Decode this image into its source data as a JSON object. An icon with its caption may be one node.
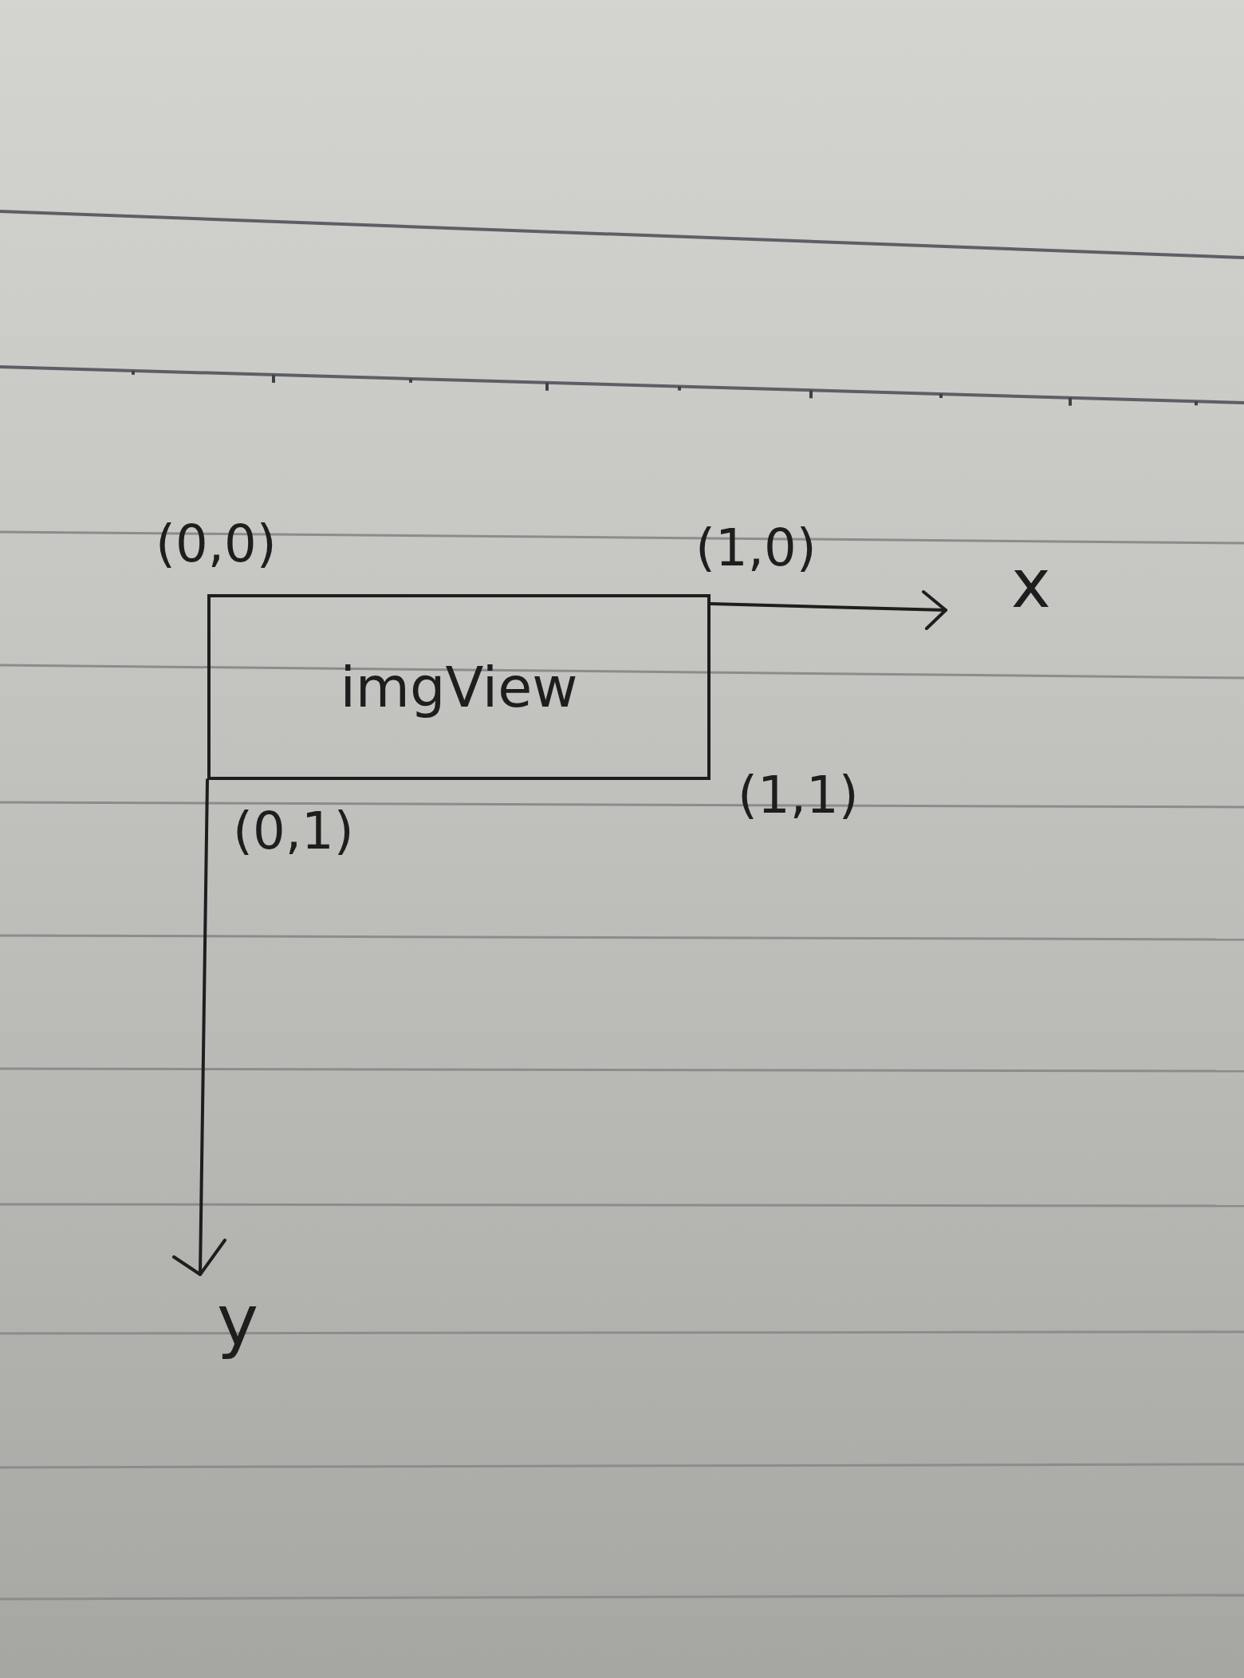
{
  "diagram": {
    "nodes": [
      {
        "text": [
          "imgView"
        ],
        "beside": [
          "(0,0)",
          "(1,0)",
          "(1,1)",
          "(0,1)"
        ]
      }
    ],
    "labels": [
      "x",
      "y"
    ]
  }
}
